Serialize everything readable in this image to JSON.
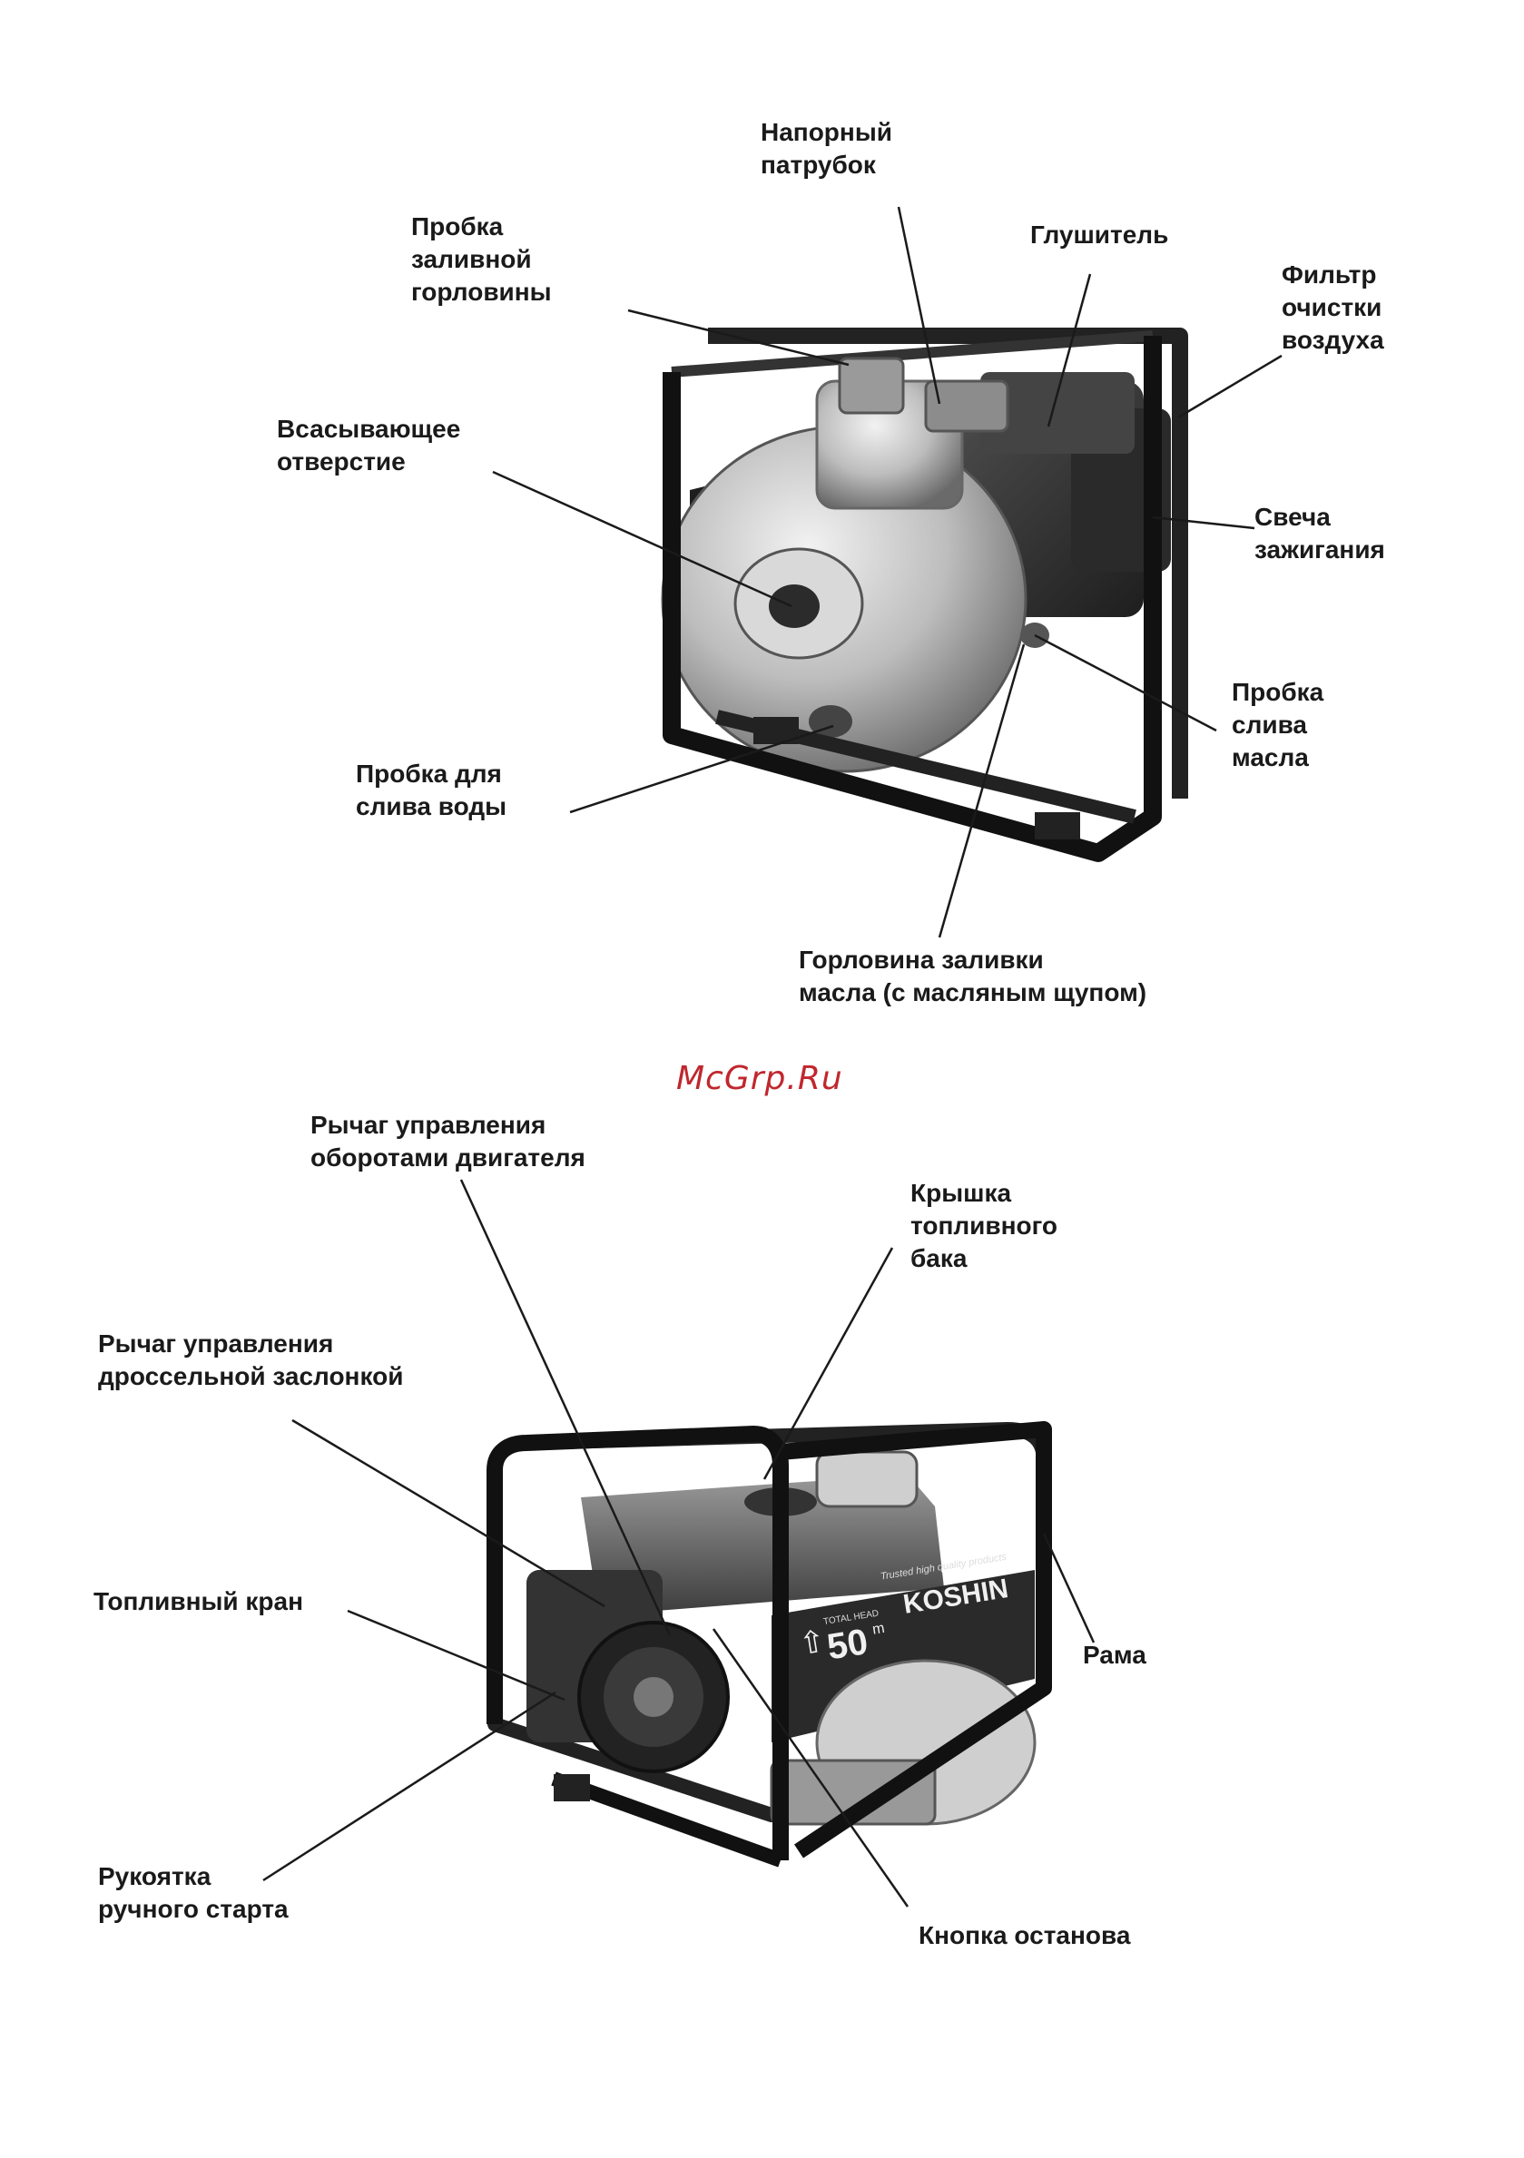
{
  "watermark": {
    "text": "McGrp.Ru",
    "color": "#c0272d"
  },
  "figure_top": {
    "labels": {
      "discharge": [
        "Напорный",
        "патрубок"
      ],
      "filler_cap": [
        "Пробка",
        "заливной",
        "горловины"
      ],
      "muffler": [
        "Глушитель"
      ],
      "air_filter": [
        "Фильтр",
        "очистки",
        "воздуха"
      ],
      "suction": [
        "Всасывающее",
        "отверстие"
      ],
      "spark_plug": [
        "Свеча",
        "зажигания"
      ],
      "oil_drain": [
        "Пробка",
        "слива",
        "масла"
      ],
      "water_drain": [
        "Пробка для",
        "слива воды"
      ],
      "oil_filler": [
        "Горловина заливки",
        "масла (с масляным щупом)"
      ]
    }
  },
  "figure_bottom": {
    "labels": {
      "throttle": [
        "Рычаг управления",
        "оборотами двигателя"
      ],
      "fuel_cap": [
        "Крышка",
        "топливного",
        "бака"
      ],
      "choke": [
        "Рычаг управления",
        "дроссельной заслонкой"
      ],
      "fuel_valve": [
        "Топливный кран"
      ],
      "frame": [
        "Рама"
      ],
      "recoil": [
        "Рукоятка",
        "ручного старта"
      ],
      "stop": [
        "Кнопка останова"
      ]
    },
    "brand_plate": {
      "head": "50",
      "unit": "m",
      "total_head": "TOTAL HEAD",
      "brand": "KOSHIN",
      "tagline": "Trusted high quality products"
    }
  }
}
